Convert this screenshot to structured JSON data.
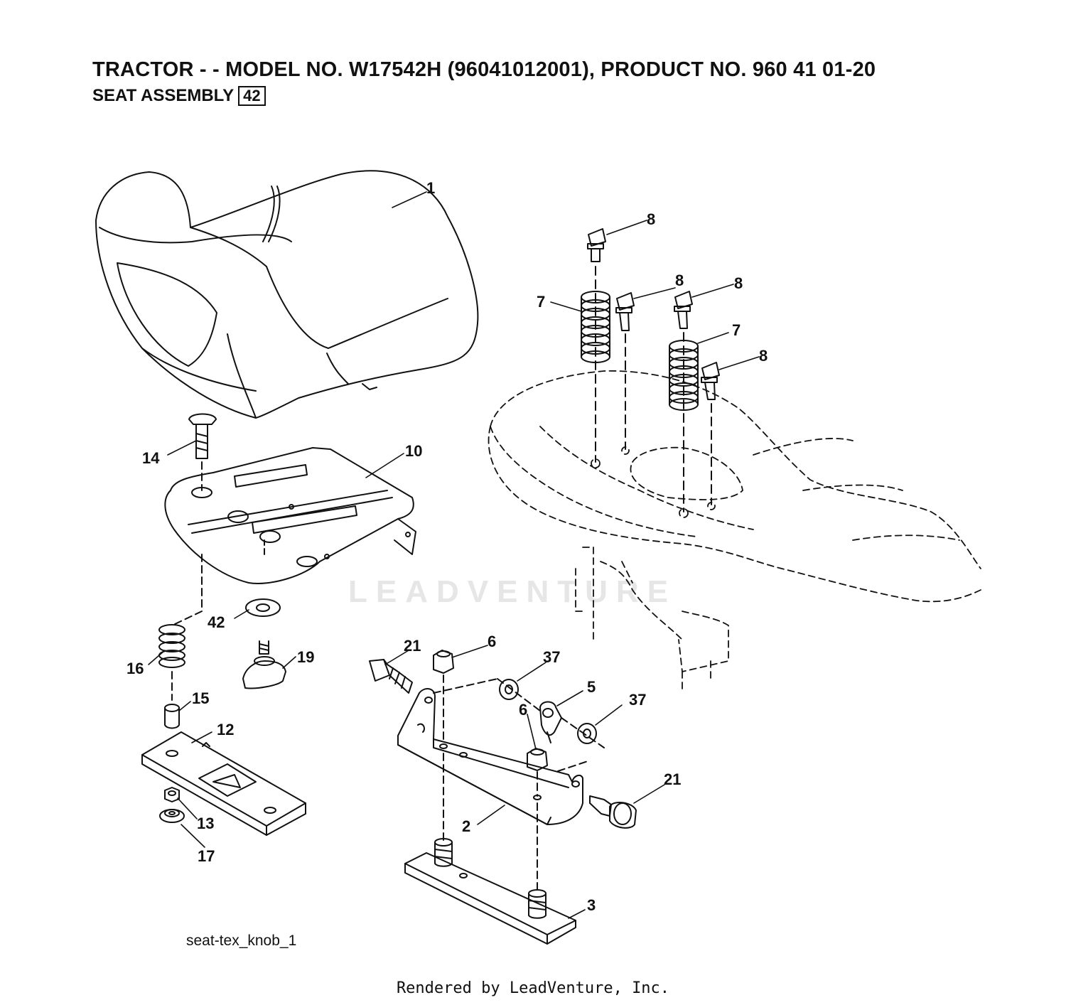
{
  "header": {
    "title": "TRACTOR - - MODEL NO. W17542H  (96041012001), PRODUCT NO. 960 41 01-20",
    "subtitle": "SEAT ASSEMBLY",
    "section_ref": "42"
  },
  "watermark": "LEADVENTURE",
  "drawing_id": "seat-tex_knob_1",
  "footer": "Rendered by LeadVenture, Inc.",
  "callouts": [
    {
      "id": "c1",
      "label": "1"
    },
    {
      "id": "c8a",
      "label": "8"
    },
    {
      "id": "c8b",
      "label": "8"
    },
    {
      "id": "c8c",
      "label": "8"
    },
    {
      "id": "c8d",
      "label": "8"
    },
    {
      "id": "c7a",
      "label": "7"
    },
    {
      "id": "c7b",
      "label": "7"
    },
    {
      "id": "c14",
      "label": "14"
    },
    {
      "id": "c10",
      "label": "10"
    },
    {
      "id": "c42",
      "label": "42"
    },
    {
      "id": "c16",
      "label": "16"
    },
    {
      "id": "c19",
      "label": "19"
    },
    {
      "id": "c15",
      "label": "15"
    },
    {
      "id": "c12",
      "label": "12"
    },
    {
      "id": "c13",
      "label": "13"
    },
    {
      "id": "c17",
      "label": "17"
    },
    {
      "id": "c21a",
      "label": "21"
    },
    {
      "id": "c6a",
      "label": "6"
    },
    {
      "id": "c37a",
      "label": "37"
    },
    {
      "id": "c5",
      "label": "5"
    },
    {
      "id": "c6b",
      "label": "6"
    },
    {
      "id": "c37b",
      "label": "37"
    },
    {
      "id": "c21b",
      "label": "21"
    },
    {
      "id": "c2",
      "label": "2"
    },
    {
      "id": "c3",
      "label": "3"
    }
  ]
}
